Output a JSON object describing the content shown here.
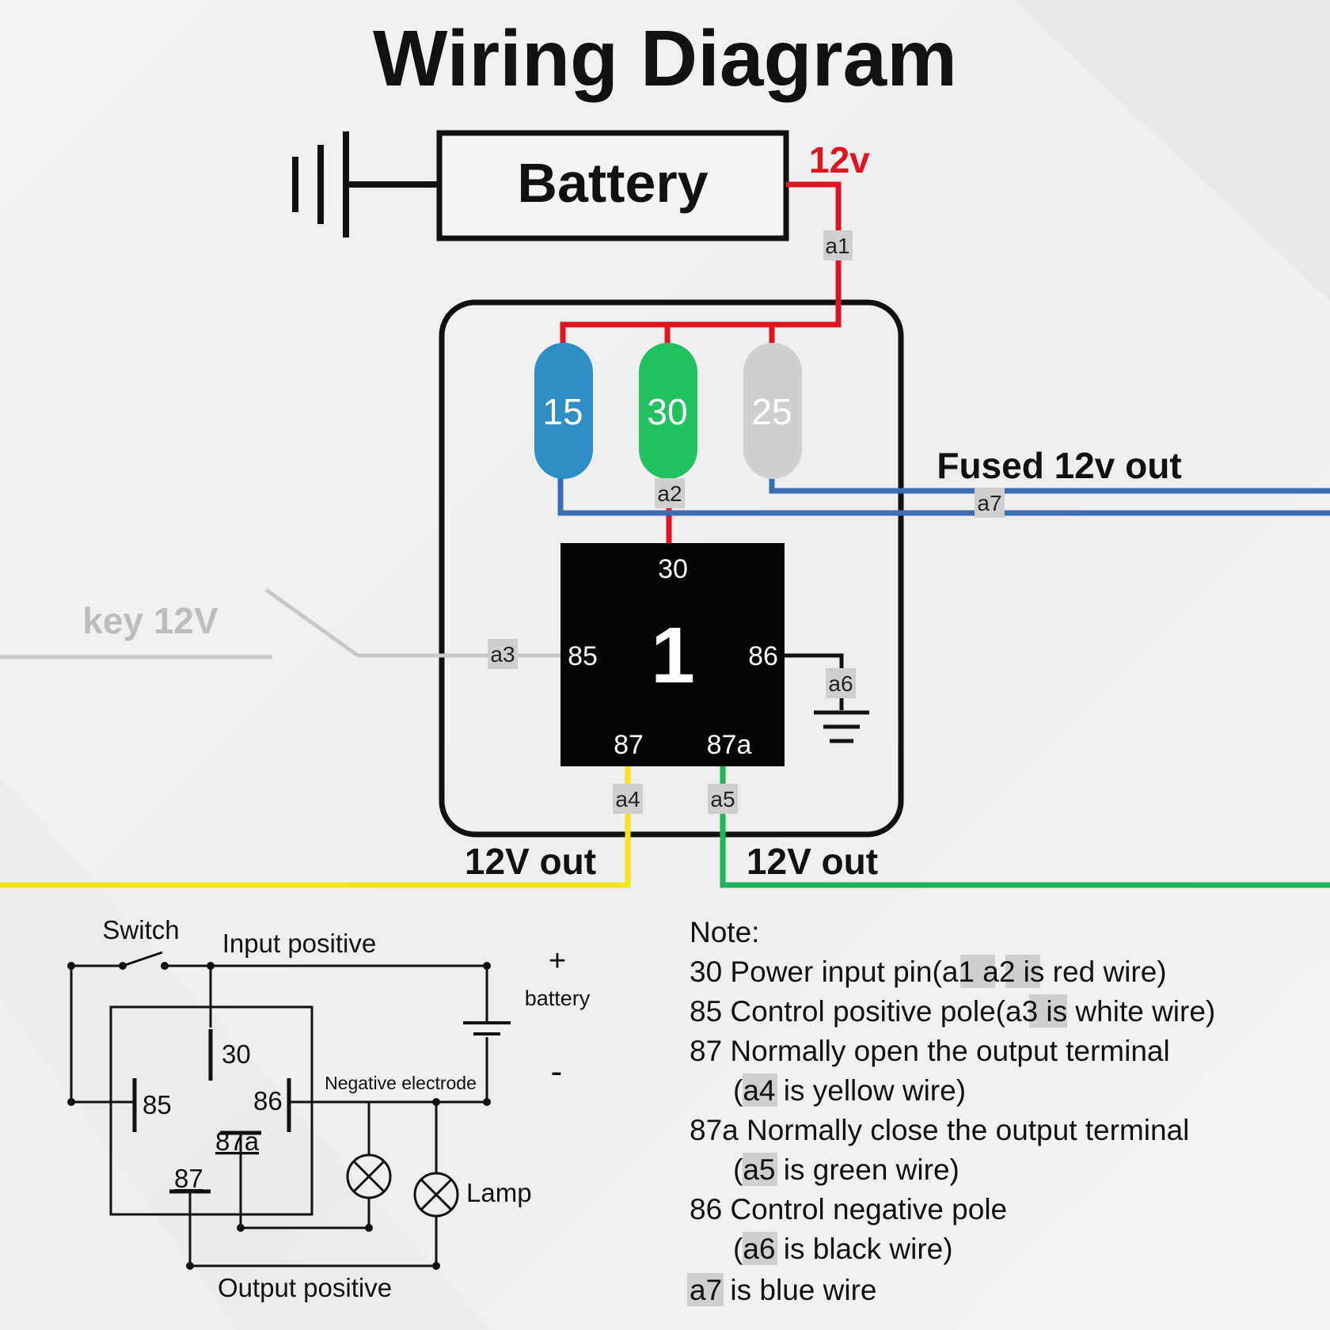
{
  "title": "Wiring Diagram",
  "battery": {
    "label": "Battery",
    "voltage_label": "12v"
  },
  "fuses": [
    "15",
    "30",
    "25"
  ],
  "relay": {
    "number": "1",
    "pins": {
      "p30": "30",
      "p85": "85",
      "p86": "86",
      "p87": "87",
      "p87a": "87a"
    }
  },
  "wire_tags": {
    "a1": "a1",
    "a2": "a2",
    "a3": "a3",
    "a4": "a4",
    "a5": "a5",
    "a6": "a6",
    "a7": "a7"
  },
  "outputs": {
    "fused": "Fused 12v out",
    "key": "key 12V",
    "out_yellow": "12V out",
    "out_green": "12V out"
  },
  "colors": {
    "red": "#e0141e",
    "blue": "#3a6db5",
    "yellow": "#f5e51e",
    "green": "#1eb45a",
    "fuse_blue": "#2f8fc4",
    "fuse_green": "#21c15f",
    "fuse_grey": "#cfcfcf",
    "white_wire": "#cccccc"
  },
  "schematic": {
    "switch": "Switch",
    "input_positive": "Input positive",
    "negative_electrode": "Negative electrode",
    "output_positive": "Output positive",
    "lamp": "Lamp",
    "battery": "battery",
    "plus": "+",
    "minus": "-",
    "pins": {
      "p30": "30",
      "p85": "85",
      "p86": "86",
      "p87a": "87a",
      "p87": "87"
    }
  },
  "notes": {
    "heading": "Note:",
    "l1a": "30 Power input pin(",
    "l1t1": "a1",
    "l1t2": "a2",
    "l1b": " is red wire)",
    "l2a": "85 Control positive pole(",
    "l2t": "a3",
    "l2b": " is white wire)",
    "l3": "87 Normally open the output terminal",
    "l4a": "(",
    "l4t": "a4",
    "l4b": " is yellow wire)",
    "l5": "87a Normally close the output terminal",
    "l6a": "(",
    "l6t": "a5",
    "l6b": " is green wire)",
    "l7": "86 Control negative pole",
    "l8a": "(",
    "l8t": "a6",
    "l8b": " is black wire)",
    "l9t": "a7",
    "l9b": " is blue wire"
  }
}
